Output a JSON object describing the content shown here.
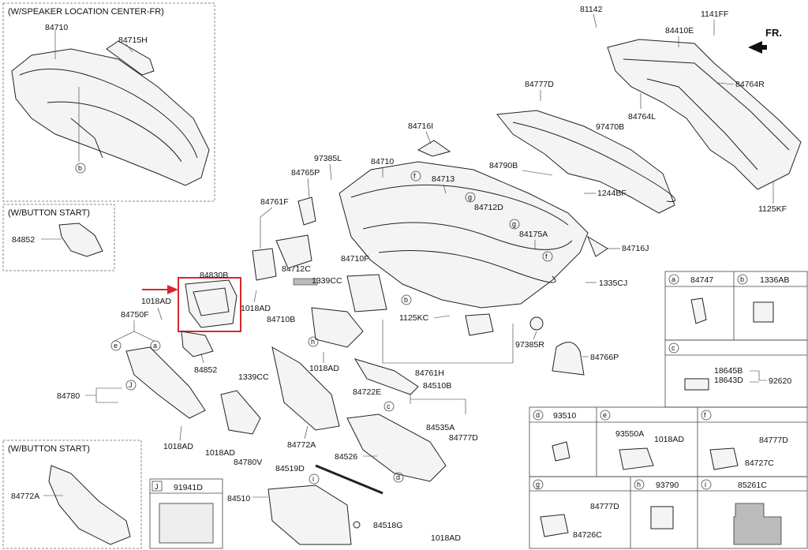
{
  "insets": {
    "speaker_center": "(W/SPEAKER LOCATION CENTER-FR)",
    "button_start_top": "(W/BUTTON START)",
    "button_start_bottom": "(W/BUTTON START)"
  },
  "direction": "FR.",
  "part_numbers": {
    "p84710_inset": "84710",
    "p84715H": "84715H",
    "p84852_inset": "84852",
    "p81142": "81142",
    "p1141FF": "1141FF",
    "p84410E": "84410E",
    "p84764R": "84764R",
    "p84777D_top": "84777D",
    "p84764L": "84764L",
    "p97470B": "97470B",
    "p84716I": "84716I",
    "p84790B": "84790B",
    "p97385L": "97385L",
    "p84710_main": "84710",
    "p84765P": "84765P",
    "p84713": "84713",
    "p84761F": "84761F",
    "p84712D": "84712D",
    "p1244BF": "1244BF",
    "p1125KF": "1125KF",
    "p84175A": "84175A",
    "p84716J": "84716J",
    "p84710F": "84710F",
    "p84712C": "84712C",
    "p1339CC_a": "1339CC",
    "p84830B": "84830B",
    "p1335CJ": "1335CJ",
    "p1018AD_a": "1018AD",
    "p1018AD_b": "1018AD",
    "p84750F": "84750F",
    "p84710B": "84710B",
    "p1125KC": "1125KC",
    "p97385R": "97385R",
    "p84852_main": "84852",
    "p1018AD_c": "1018AD",
    "p84761H": "84761H",
    "p84766P": "84766P",
    "p1339CC_b": "1339CC",
    "p84722E": "84722E",
    "p84510B": "84510B",
    "p84780": "84780",
    "p84535A": "84535A",
    "p84777D_mid": "84777D",
    "p84772A_main": "84772A",
    "p1018AD_d": "1018AD",
    "p1018AD_e": "1018AD",
    "p84780V": "84780V",
    "p84526": "84526",
    "p84519D": "84519D",
    "p84510": "84510",
    "p84518G": "84518G",
    "p1018AD_f": "1018AD",
    "p84772A_inset": "84772A"
  },
  "callout_letters": {
    "b_inset": "b",
    "f1": "f",
    "g1": "g",
    "g2": "g",
    "f2": "f",
    "b_main": "b",
    "e1": "e",
    "a1": "a",
    "h1": "h",
    "j1": "J",
    "c1": "c",
    "d1": "d",
    "i1": "i"
  },
  "legend": {
    "a": {
      "letter": "a",
      "part": "84747"
    },
    "b": {
      "letter": "b",
      "part": "1336AB"
    },
    "c": {
      "letter": "c",
      "parts": [
        "18645B",
        "18643D"
      ],
      "assembly": "92620"
    },
    "d": {
      "letter": "d",
      "part": "93510"
    },
    "e": {
      "letter": "e",
      "parts": [
        "93550A",
        "1018AD"
      ]
    },
    "f": {
      "letter": "f",
      "parts": [
        "84777D",
        "84727C"
      ]
    },
    "g": {
      "letter": "g",
      "parts": [
        "84777D",
        "84726C"
      ]
    },
    "h": {
      "letter": "h",
      "part": "93790"
    },
    "i": {
      "letter": "i",
      "part": "85261C"
    },
    "j": {
      "letter": "J",
      "part": "91941D"
    }
  },
  "colors": {
    "highlight": "#d9262b",
    "line": "#222222"
  }
}
